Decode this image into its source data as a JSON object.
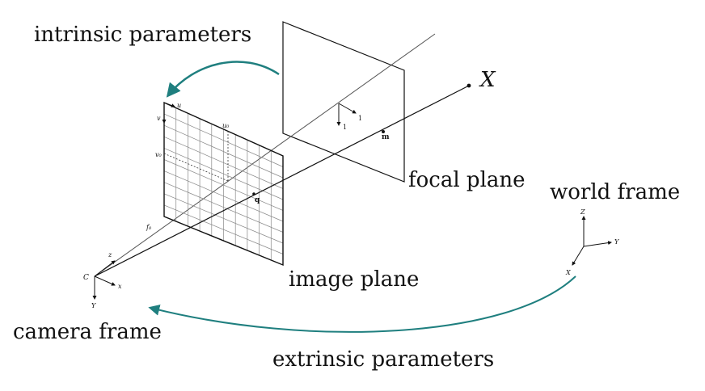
{
  "diagram": {
    "labels": {
      "intrinsic_parameters": "intrinsic parameters",
      "extrinsic_parameters": "extrinsic parameters",
      "focal_plane": "focal plane",
      "image_plane": "image plane",
      "camera_frame": "camera frame",
      "world_frame": "world frame",
      "point_X": "X"
    },
    "symbols": {
      "camera_center": "C",
      "cam_axis_x": "x",
      "cam_axis_y": "Y",
      "cam_axis_z": "z",
      "focal_length": "f₀",
      "image_u": "u",
      "image_v": "v",
      "principal_u0": "u₀",
      "principal_v0": "v₀",
      "image_point_q": "q",
      "focal_point_m": "m",
      "focal_axis_1": "1",
      "focal_axis_2": "1",
      "world_axis_z": "Z",
      "world_axis_y": "Y",
      "world_axis_x": "X"
    },
    "colors": {
      "teal_arrow": "#1f7f7f",
      "line": "#111111",
      "grid": "#888888"
    }
  }
}
